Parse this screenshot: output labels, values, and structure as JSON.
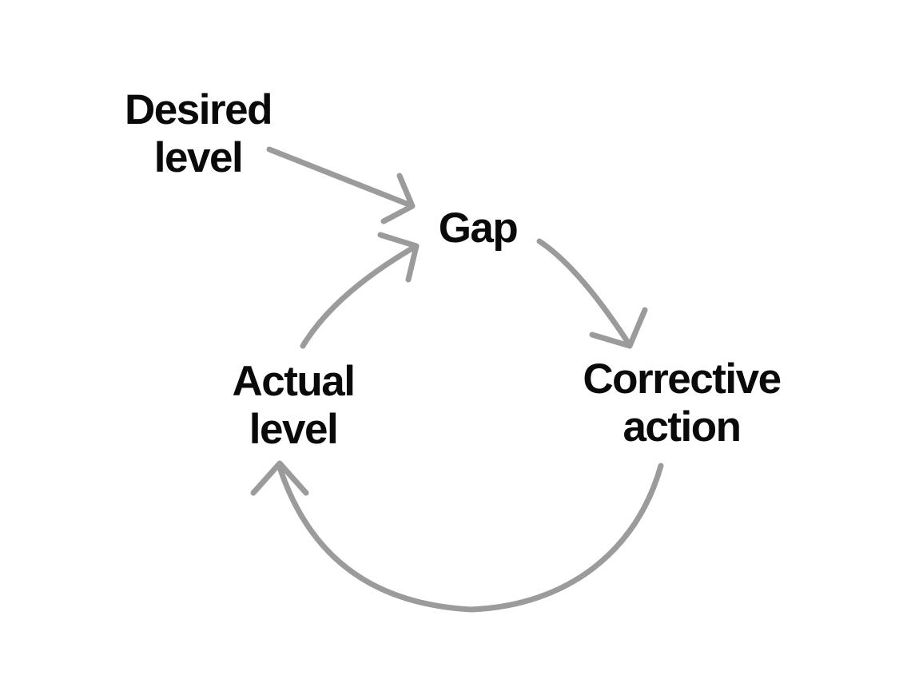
{
  "diagram": {
    "type": "causal-loop-feedback-diagram",
    "background_color": "#ffffff",
    "text_color": "#0a0a0a",
    "arrow_color": "#9b9b9b",
    "nodes": [
      {
        "id": "desired-level",
        "label": "Desired\nlevel"
      },
      {
        "id": "gap",
        "label": "Gap"
      },
      {
        "id": "corrective-action",
        "label": "Corrective\naction"
      },
      {
        "id": "actual-level",
        "label": "Actual\nlevel"
      }
    ],
    "edges": [
      {
        "id": "desired-to-gap",
        "from": "Desired level",
        "to": "Gap",
        "style": "straight"
      },
      {
        "id": "gap-to-corrective",
        "from": "Gap",
        "to": "Corrective action",
        "style": "curved"
      },
      {
        "id": "corrective-to-actual",
        "from": "Corrective action",
        "to": "Actual level",
        "style": "curved"
      },
      {
        "id": "actual-to-gap",
        "from": "Actual level",
        "to": "Gap",
        "style": "curved"
      }
    ]
  }
}
